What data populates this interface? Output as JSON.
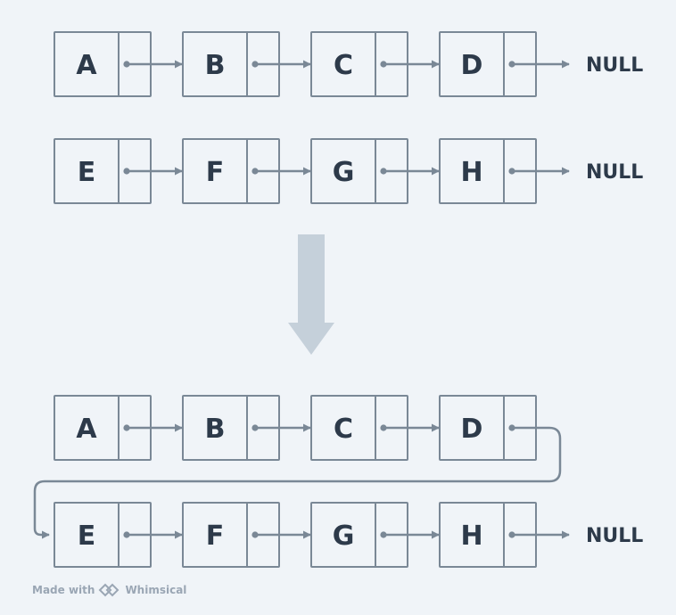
{
  "list_top_1": {
    "nodes": [
      "A",
      "B",
      "C",
      "D"
    ],
    "terminator": "NULL"
  },
  "list_top_2": {
    "nodes": [
      "E",
      "F",
      "G",
      "H"
    ],
    "terminator": "NULL"
  },
  "list_merged_row_1": {
    "nodes": [
      "A",
      "B",
      "C",
      "D"
    ]
  },
  "list_merged_row_2": {
    "nodes": [
      "E",
      "F",
      "G",
      "H"
    ],
    "terminator": "NULL"
  },
  "footer": {
    "made_with": "Made with",
    "brand": "Whimsical"
  },
  "colors": {
    "background": "#f0f4f8",
    "node_border": "#7a8896",
    "arrow": "#7a8896",
    "text": "#2d3a4a",
    "big_arrow": "#c5d0da",
    "footer_text": "#9aa6b4"
  }
}
